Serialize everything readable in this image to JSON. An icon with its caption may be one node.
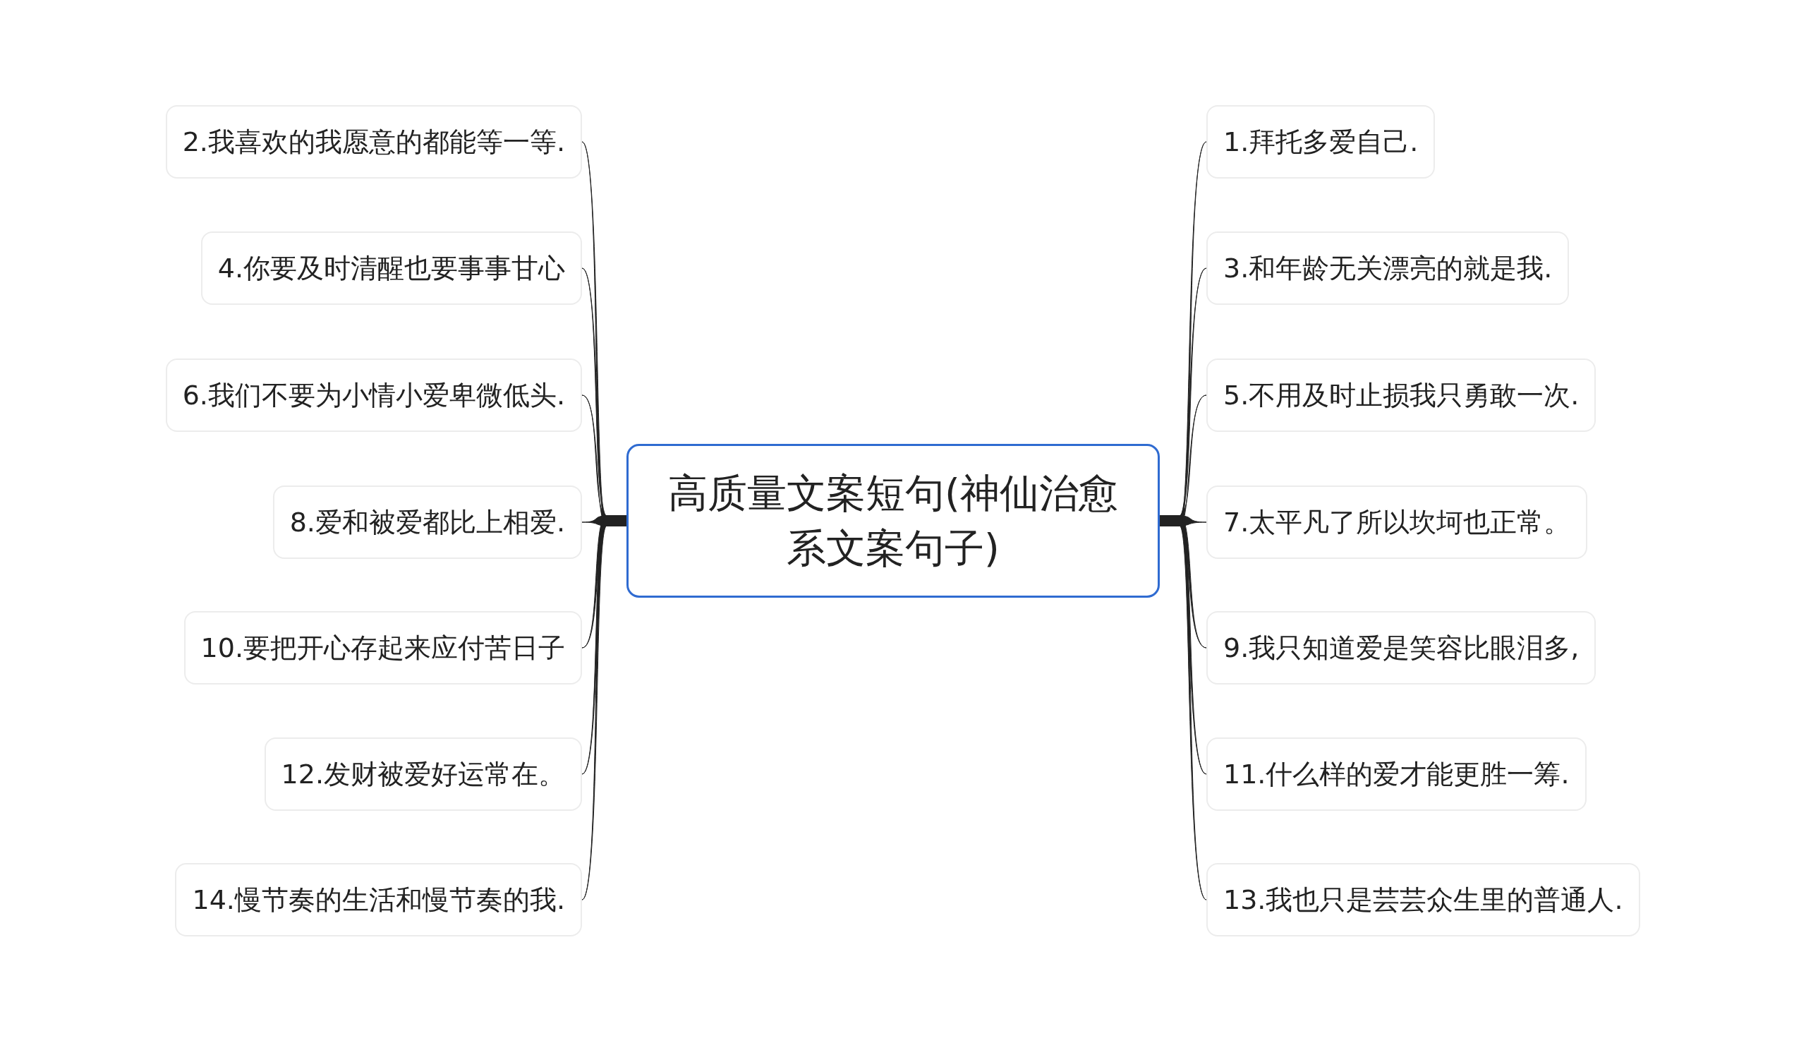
{
  "diagram": {
    "nodes": [
      {
        "text": [
          "高质量文案短句(神仙治愈系文案句子)"
        ]
      },
      {
        "text": [
          "1.拜托多爱自己."
        ]
      },
      {
        "text": [
          "2.我喜欢的我愿意的都能等一等."
        ]
      },
      {
        "text": [
          "3.和年龄无关漂亮的就是我."
        ]
      },
      {
        "text": [
          "4.你要及时清醒也要事事甘心"
        ]
      },
      {
        "text": [
          "5.不用及时止损我只勇敢一次."
        ]
      },
      {
        "text": [
          "6.我们不要为小情小爱卑微低头."
        ]
      },
      {
        "text": [
          "7.太平凡了所以坎坷也正常。"
        ]
      },
      {
        "text": [
          "8.爱和被爱都比上相爱."
        ]
      },
      {
        "text": [
          "9.我只知道爱是笑容比眼泪多,"
        ]
      },
      {
        "text": [
          "10.要把开心存起来应付苦日子"
        ]
      },
      {
        "text": [
          "11.什么样的爱才能更胜一筹."
        ]
      },
      {
        "text": [
          "12.发财被爱好运常在。"
        ]
      },
      {
        "text": [
          "13.我也只是芸芸众生里的普通人."
        ]
      },
      {
        "text": [
          "14.慢节奏的生活和慢节奏的我."
        ]
      }
    ],
    "edges": [
      {
        "from": 0,
        "to": 1,
        "arrow": "none"
      },
      {
        "from": 0,
        "to": 2,
        "arrow": "none"
      },
      {
        "from": 0,
        "to": 3,
        "arrow": "none"
      },
      {
        "from": 0,
        "to": 4,
        "arrow": "none"
      },
      {
        "from": 0,
        "to": 5,
        "arrow": "none"
      },
      {
        "from": 0,
        "to": 6,
        "arrow": "none"
      },
      {
        "from": 0,
        "to": 7,
        "arrow": "none"
      },
      {
        "from": 0,
        "to": 8,
        "arrow": "none"
      },
      {
        "from": 0,
        "to": 9,
        "arrow": "none"
      },
      {
        "from": 0,
        "to": 10,
        "arrow": "none"
      },
      {
        "from": 0,
        "to": 11,
        "arrow": "none"
      },
      {
        "from": 0,
        "to": 12,
        "arrow": "none"
      },
      {
        "from": 0,
        "to": 13,
        "arrow": "none"
      },
      {
        "from": 0,
        "to": 14,
        "arrow": "none"
      }
    ]
  }
}
